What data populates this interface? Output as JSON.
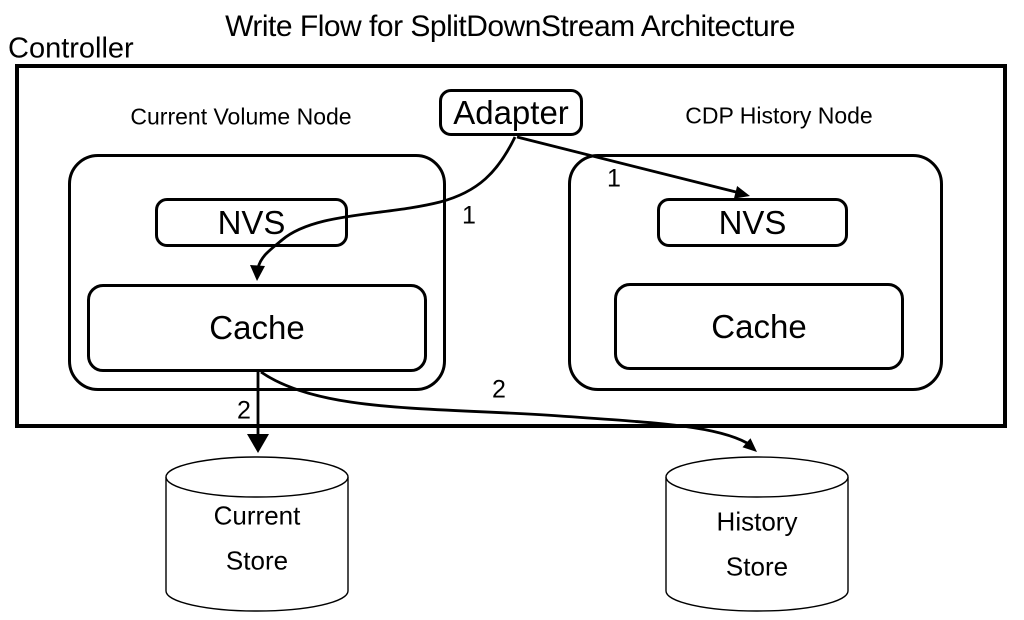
{
  "title": "Write Flow for SplitDownStream Architecture",
  "controller": {
    "label": "Controller"
  },
  "adapter": {
    "label": "Adapter"
  },
  "nodes": {
    "current": {
      "title": "Current Volume Node",
      "nvs": "NVS",
      "cache": "Cache"
    },
    "history": {
      "title": "CDP History Node",
      "nvs": "NVS",
      "cache": "Cache"
    }
  },
  "stores": {
    "current": {
      "line1": "Current",
      "line2": "Store"
    },
    "history": {
      "line1": "History",
      "line2": "Store"
    }
  },
  "flows": {
    "adapter_to_current_cache": {
      "label": "1"
    },
    "adapter_to_history_nvs": {
      "label": "1"
    },
    "cache_to_current_store": {
      "label": "2"
    },
    "cache_to_history_store": {
      "label": "2"
    }
  },
  "colors": {
    "stroke": "#000000",
    "background": "#ffffff"
  }
}
